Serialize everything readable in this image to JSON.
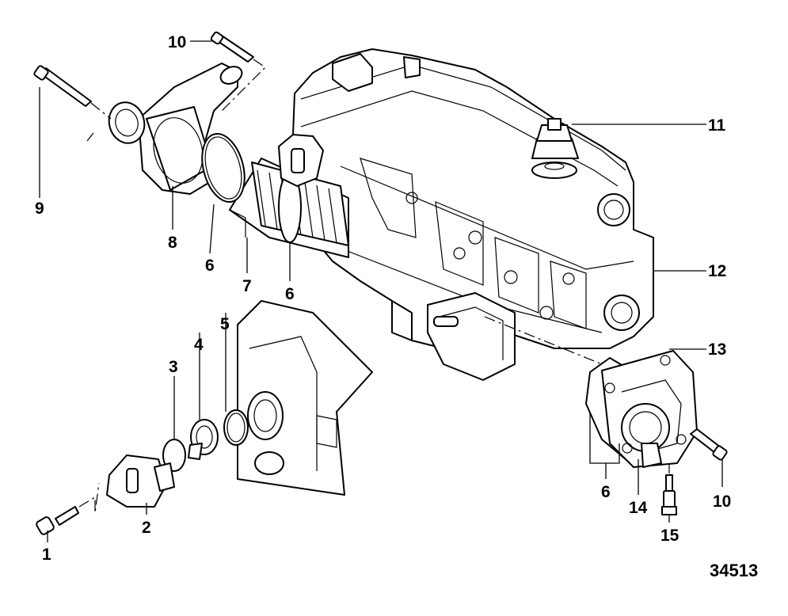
{
  "figure_number": "34513",
  "callouts": {
    "c1": "1",
    "c2": "2",
    "c3": "3",
    "c4": "4",
    "c5": "5",
    "c6a": "6",
    "c6b": "6",
    "c6c": "6",
    "c7": "7",
    "c8": "8",
    "c9": "9",
    "c10a": "10",
    "c10b": "10",
    "c11": "11",
    "c12": "12",
    "c13": "13",
    "c14": "14",
    "c15": "15"
  }
}
